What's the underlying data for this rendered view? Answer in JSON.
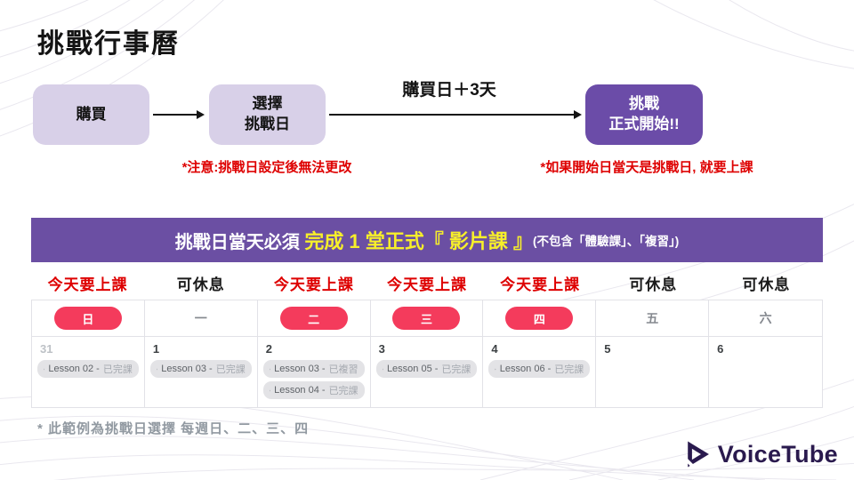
{
  "title": "挑戰行事曆",
  "flow": {
    "step1_label": "購買",
    "step2_label_line1": "選擇",
    "step2_label_line2": "挑戰日",
    "arrow_label": "購買日＋3天",
    "step3_label_line1": "挑戰",
    "step3_label_line2": "正式開始!!",
    "note_step2": "*注意:挑戰日設定後無法更改",
    "note_step3": "*如果開始日當天是挑戰日, 就要上課"
  },
  "banner": {
    "text_prefix": "挑戰日當天必須 ",
    "text_highlight": "完成 1 堂正式『 影片課 』",
    "text_suffix": "(不包含「體驗課」、「複習」)"
  },
  "calendar": {
    "columns": [
      {
        "status_label": "今天要上課",
        "status_type": "class",
        "day": "日",
        "is_challenge_day": true,
        "date": "31",
        "date_muted": true,
        "chips": [
          {
            "lesson": "Lesson 02 - ",
            "state": "已完課"
          }
        ]
      },
      {
        "status_label": "可休息",
        "status_type": "rest",
        "day": "一",
        "is_challenge_day": false,
        "date": "1",
        "date_muted": false,
        "chips": [
          {
            "lesson": "Lesson 03 - ",
            "state": "已完課"
          }
        ]
      },
      {
        "status_label": "今天要上課",
        "status_type": "class",
        "day": "二",
        "is_challenge_day": true,
        "date": "2",
        "date_muted": false,
        "chips": [
          {
            "lesson": "Lesson 03 - ",
            "state": "已複習"
          },
          {
            "lesson": "Lesson 04 - ",
            "state": "已完課"
          }
        ]
      },
      {
        "status_label": "今天要上課",
        "status_type": "class",
        "day": "三",
        "is_challenge_day": true,
        "date": "3",
        "date_muted": false,
        "chips": [
          {
            "lesson": "Lesson 05 - ",
            "state": "已完課"
          }
        ]
      },
      {
        "status_label": "今天要上課",
        "status_type": "class",
        "day": "四",
        "is_challenge_day": true,
        "date": "4",
        "date_muted": false,
        "chips": [
          {
            "lesson": "Lesson 06 - ",
            "state": "已完課"
          }
        ]
      },
      {
        "status_label": "可休息",
        "status_type": "rest",
        "day": "五",
        "is_challenge_day": false,
        "date": "5",
        "date_muted": false,
        "chips": []
      },
      {
        "status_label": "可休息",
        "status_type": "rest",
        "day": "六",
        "is_challenge_day": false,
        "date": "6",
        "date_muted": false,
        "chips": []
      }
    ]
  },
  "footnote": "* 此範例為挑戰日選擇 每週日、二、三、四",
  "logo": {
    "text": "VoiceTube"
  },
  "colors": {
    "accent_purple": "#6B4FA3",
    "box_purple": "#6B4CA8",
    "light_purple": "#D8D0E8",
    "challenge_red": "#F43B5C",
    "note_red": "#DE0000",
    "banner_yellow": "#F7EF2A",
    "logo_purple": "#2A1A4E",
    "chip_gray": "#E3E3E6"
  }
}
